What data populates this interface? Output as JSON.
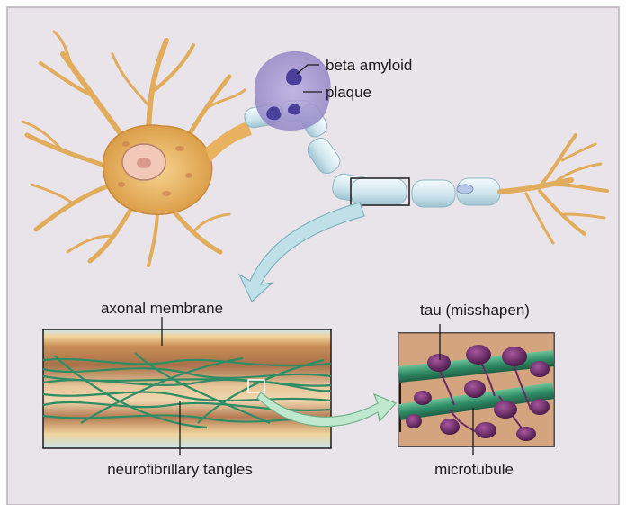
{
  "labels": {
    "beta_amyloid": "beta amyloid",
    "plaque": "plaque",
    "axonal_membrane": "axonal membrane",
    "tau": "tau (misshapen)",
    "neurofibrillary_tangles": "neurofibrillary tangles",
    "microtubule": "microtubule"
  },
  "colors": {
    "background": "#e9e3ea",
    "neuron": "#e7b35a",
    "myelin": "#d8ecf1",
    "plaque": "#9a8bc7",
    "tangle": "#2f8d66",
    "tau": "#6a2a68",
    "arrow": "#bfe0e6"
  }
}
